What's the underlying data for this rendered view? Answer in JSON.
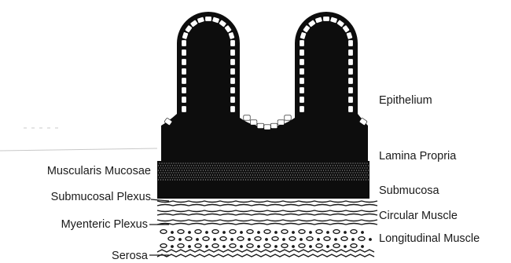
{
  "diagram": {
    "labels_left": {
      "muscularis_mucosae": "Muscularis Mucosae",
      "submucosal_plexus": "Submucosal Plexus",
      "myenteric_plexus": "Myenteric Plexus",
      "serosa": "Serosa"
    },
    "labels_right": {
      "epithelium": "Epithelium",
      "lamina_propria": "Lamina Propria",
      "submucosa": "Submucosa",
      "circular_muscle": "Circular Muscle",
      "longitudinal_muscle": "Longitudinal Muscle"
    },
    "colors": {
      "tissue": "#0d0d0d",
      "cell": "#ffffff",
      "line": "#1a1a1a"
    }
  }
}
